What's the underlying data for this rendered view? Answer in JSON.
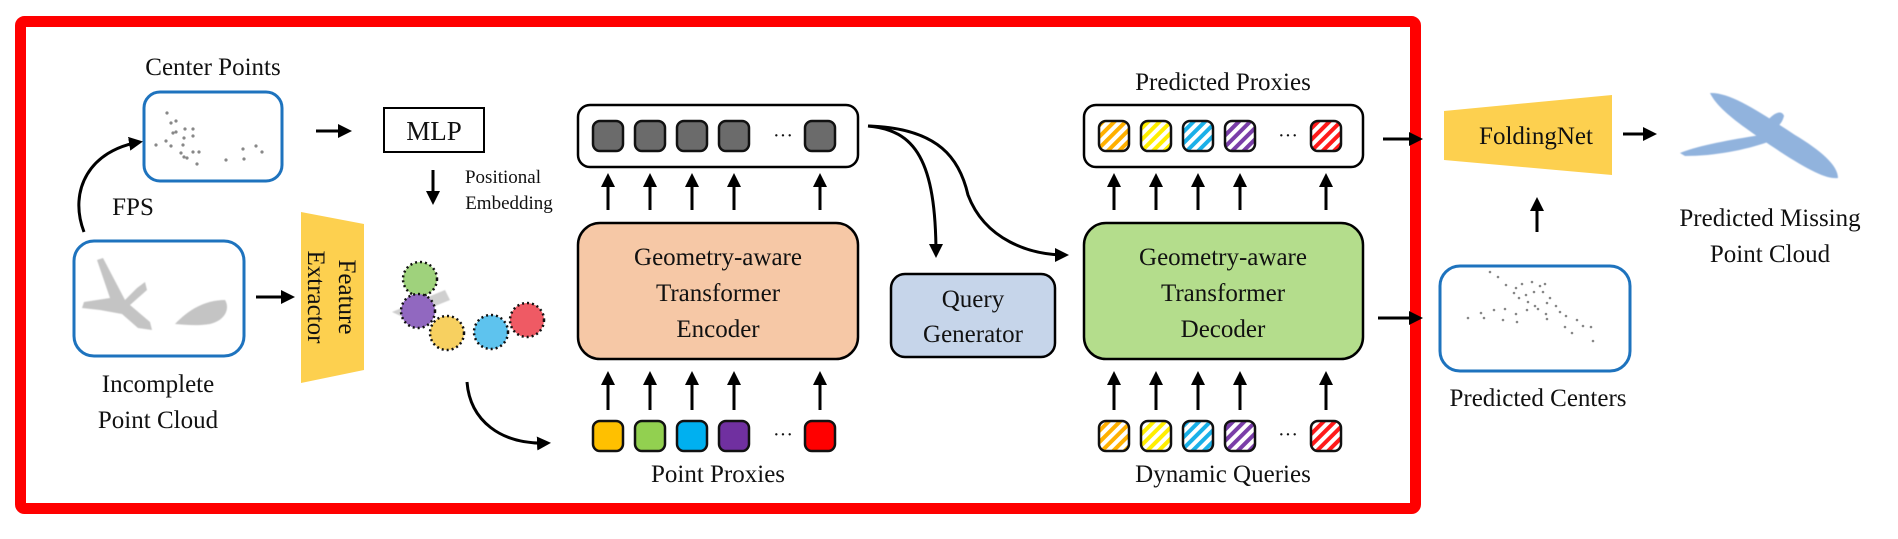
{
  "title": "Point cloud completion pipeline (Geometry-aware Transformer)",
  "colors": {
    "highlight_border": "#ff0000",
    "cloud_box_border": "#1e73be",
    "feature_block": "#fdd04f",
    "encoder_fill": "#f6c8a6",
    "decoder_fill": "#b4dd8c",
    "query_generator_fill": "#c6d5ea",
    "token_gray": "#6b6b6b",
    "predicted_cloud": "#7ea6d8",
    "input_cloud": "#bdbdbd"
  },
  "nodes": {
    "center_points": {
      "label": "Center Points"
    },
    "fps": {
      "label": "FPS"
    },
    "incomplete": {
      "label_line1": "Incomplete",
      "label_line2": "Point Cloud"
    },
    "feature_extractor": {
      "label_line1": "Feature",
      "label_line2": "Extractor"
    },
    "mlp": {
      "label": "MLP"
    },
    "positional_embedding": {
      "label_line1": "Positional",
      "label_line2": "Embedding"
    },
    "encoder": {
      "line1": "Geometry-aware",
      "line2": "Transformer",
      "line3": "Encoder"
    },
    "point_proxies": {
      "label": "Point Proxies",
      "ellipsis": "···"
    },
    "encoder_tokens": {
      "ellipsis": "···"
    },
    "query_generator": {
      "line1": "Query",
      "line2": "Generator"
    },
    "decoder": {
      "line1": "Geometry-aware",
      "line2": "Transformer",
      "line3": "Decoder"
    },
    "predicted_proxies": {
      "label": "Predicted Proxies",
      "ellipsis": "···"
    },
    "dynamic_queries": {
      "label": "Dynamic Queries",
      "ellipsis": "···"
    },
    "foldingnet": {
      "label": "FoldingNet"
    },
    "predicted_centers": {
      "label": "Predicted Centers"
    },
    "predicted_missing": {
      "label_line1": "Predicted Missing",
      "label_line2": "Point Cloud"
    }
  },
  "proxy_colors": [
    "#ffc000",
    "#92d050",
    "#00b0f0",
    "#7030a0",
    "#ff0000"
  ],
  "query_colors": [
    "#ffb000",
    "#ffee00",
    "#1ab0e8",
    "#7a3ea8",
    "#ff1a1a"
  ],
  "cluster_colors": [
    "#9fd27c",
    "#9168c0",
    "#f7d060",
    "#5ec3ee",
    "#ef5a64"
  ]
}
